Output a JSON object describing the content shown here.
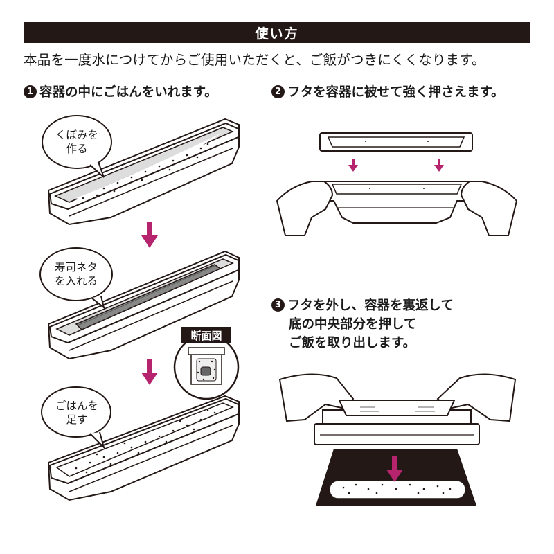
{
  "header": {
    "title": "使い方",
    "intro": "本品を一度水につけてからご使用いただくと、ご飯がつきにくくなります。"
  },
  "steps": [
    {
      "num": "1",
      "lines": [
        "容器の中にごはんをいれます。"
      ]
    },
    {
      "num": "2",
      "lines": [
        "フタを容器に被せて強く押さえます。"
      ]
    },
    {
      "num": "3",
      "lines": [
        "フタを外し、容器を裏返して",
        "底の中央部分を押して",
        "ご飯を取り出します。"
      ]
    }
  ],
  "bubbles": {
    "b1": [
      "くぼみを",
      "作る"
    ],
    "b2": [
      "寿司ネタ",
      "を入れる"
    ],
    "b3": [
      "ごはんを",
      "足す"
    ]
  },
  "section_label": "断面図",
  "colors": {
    "accent": "#b5246d",
    "dark": "#231815"
  }
}
